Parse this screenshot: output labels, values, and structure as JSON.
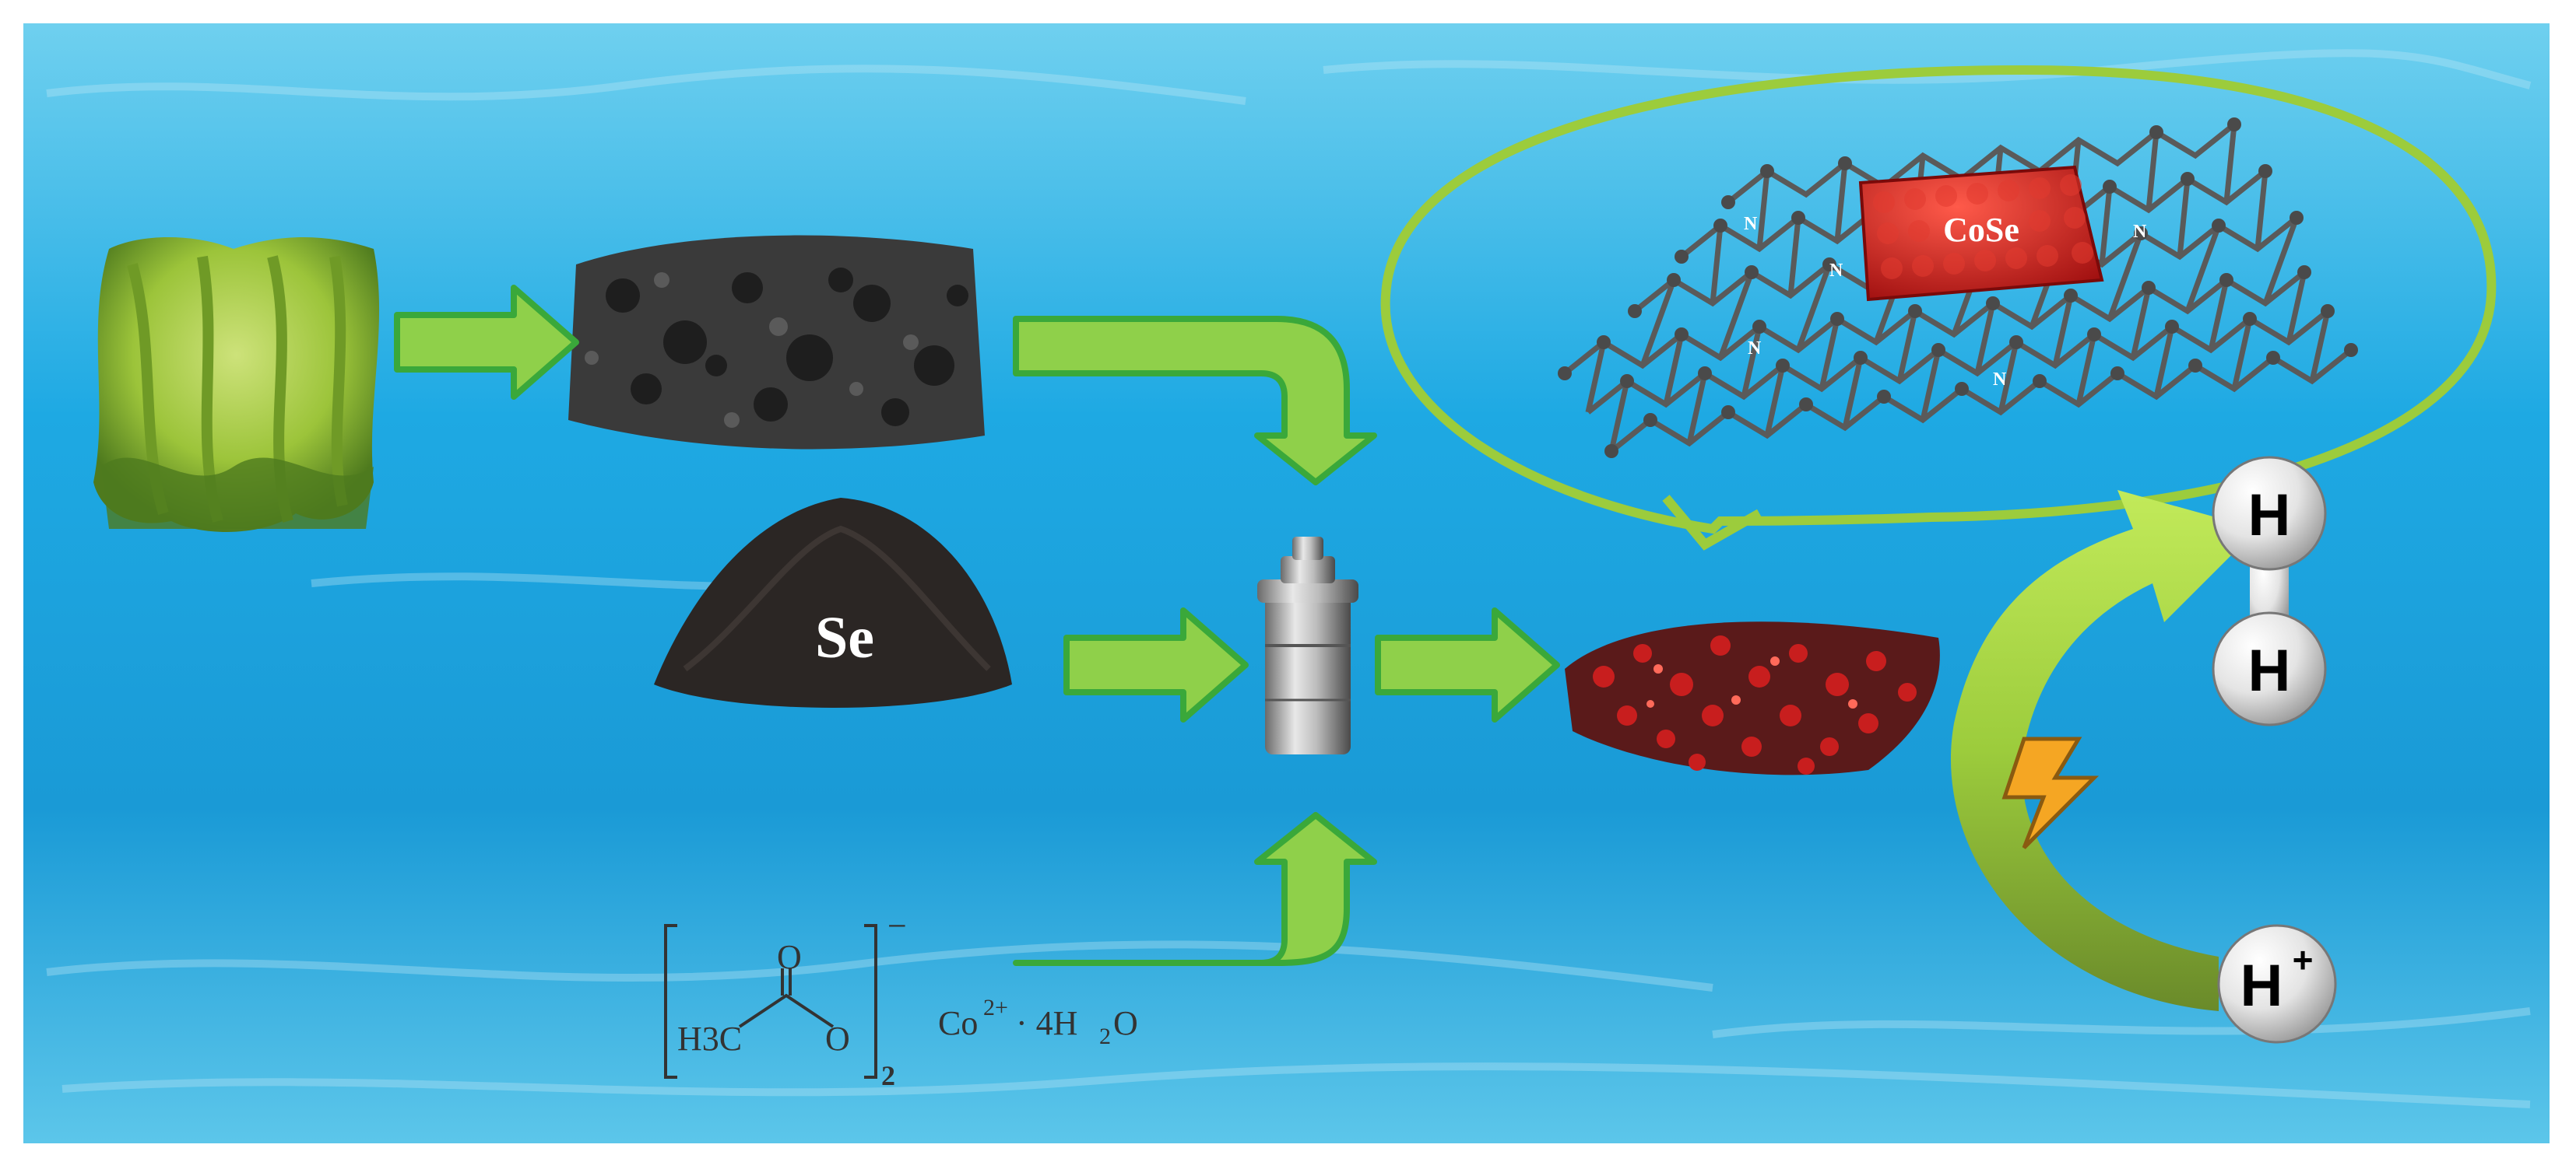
{
  "diagram": {
    "precursor_label": "Se",
    "product_label": "CoSe",
    "dopant_label": "N",
    "cobalt_salt": {
      "methyl_group": "H3C",
      "carbonyl_oxygen": "O",
      "ester_oxygen": "O",
      "charge": "−",
      "subscript": "2",
      "cation": "Co",
      "cation_charge": "2+",
      "hydrate": "· 4H",
      "hydrate_sub": "2",
      "hydrate_tail": "O"
    },
    "hydrogen": {
      "molecule_atom_top": "H",
      "molecule_atom_bottom": "H",
      "proton": "H",
      "proton_charge": "+"
    }
  },
  "colors": {
    "arrow_fill": "#8fd04a",
    "arrow_stroke": "#3aa83a",
    "cose_red": "#c81e1e",
    "graphene_gray": "#555555",
    "bubble_outline": "#9ccc3c",
    "bolt": "#f5a623"
  }
}
